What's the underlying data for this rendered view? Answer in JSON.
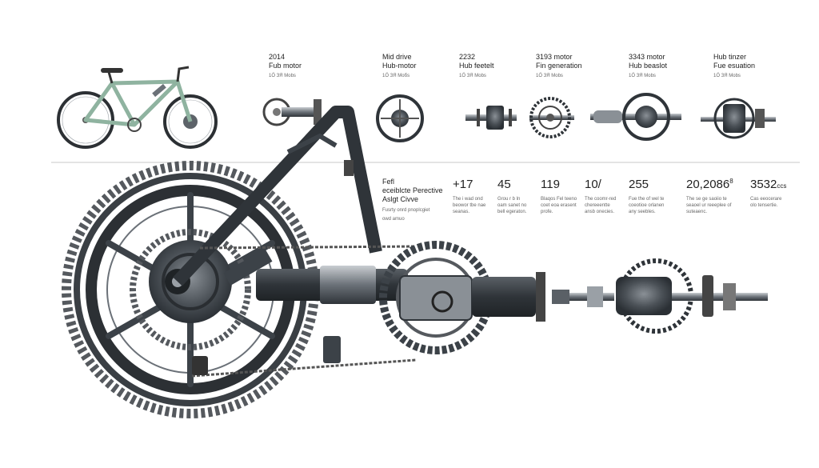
{
  "header_labels": [
    {
      "line1": "2014",
      "line2": "Fub motor",
      "line3": "1Ö ЗЯ Мobs"
    },
    {
      "line1": "Mid drive",
      "line2": "Hub-motor",
      "line3": "1Ö ЗЯ Мобs"
    },
    {
      "line1": "2232",
      "line2": "Hub feetelt",
      "line3": "1Ö ЗЯ Мobs"
    },
    {
      "line1": "3193 motor",
      "line2": "Fin generation",
      "line3": "1Ö ЗЯ Мobs"
    },
    {
      "line1": "3343 motor",
      "line2": "Hub beaslot",
      "line3": "1Ö ЗЯ Мobs"
    },
    {
      "line1": "Hub tinzer",
      "line2": "Fue esuation",
      "line3": "1Ö ЗЯ Мobs"
    }
  ],
  "panel": {
    "line1": "Fefl",
    "line2": "eceiblcte Perective",
    "line3": "Aslgt Civve",
    "sub": "Fusrty onrd pnoplcgiet\nowd amuo"
  },
  "metrics": [
    {
      "value": "+17",
      "sub": "The i wad ond\nbeowor tbe nae\nseanas."
    },
    {
      "value": "45",
      "sub": "Grou r b ln\noam sanet no\nbell egeraton."
    },
    {
      "value": "119",
      "sub": "Blaqos Fel teeno\ncoet eoa erasent\nprofe."
    },
    {
      "value": "10/",
      "sub": "The coomr-red\nchereeentte\nansb onecies."
    },
    {
      "value": "255",
      "sub": "Fue the of wel te\ncoeotioe orlanen\nany seebles."
    },
    {
      "value": "20,2086",
      "sup": "8",
      "sub": "The se ge saoiio te\nseaoel ur reeeplee of\nsuteaenc."
    },
    {
      "value": "3532",
      "unit": "ccs",
      "sub": "Cas eeocerare\nolo tensertie."
    }
  ],
  "colors": {
    "bike_frame": "#8fb3a0",
    "metal_dark": "#3c4248",
    "metal_mid": "#6b7178",
    "metal_light": "#aeb3b8",
    "divider": "#c8c8c8"
  }
}
